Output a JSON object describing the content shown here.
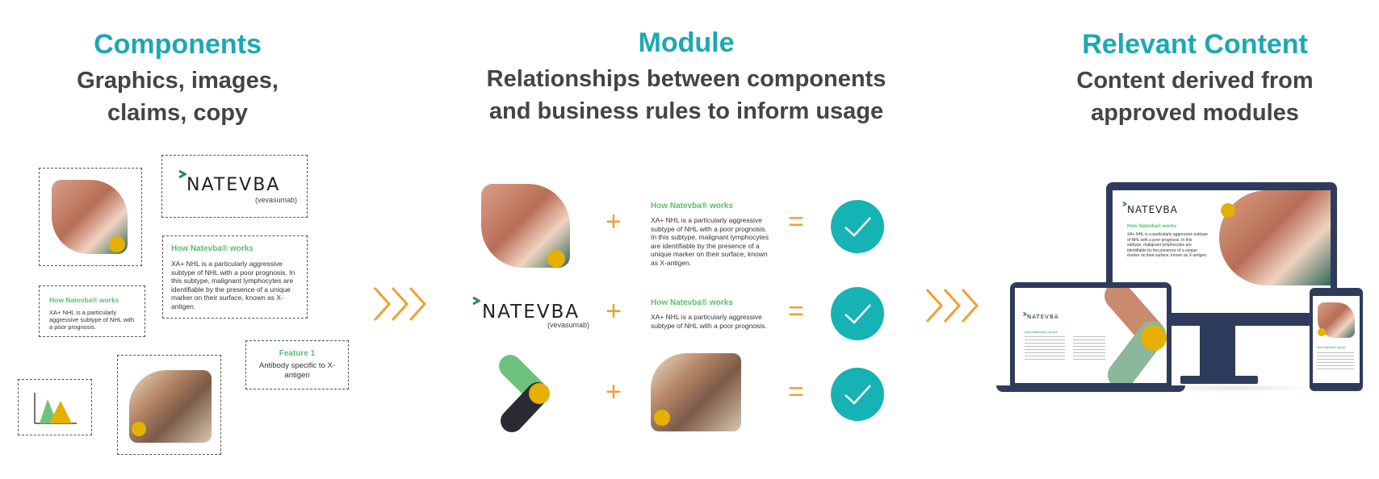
{
  "columns": {
    "components": {
      "title": "Components",
      "subtitle_line1": "Graphics, images,",
      "subtitle_line2": "claims, copy"
    },
    "module": {
      "title": "Module",
      "subtitle_line1": "Relationships between components",
      "subtitle_line2": "and business rules to inform usage"
    },
    "relevant": {
      "title": "Relevant Content",
      "subtitle_line1": "Content derived from",
      "subtitle_line2": "approved modules"
    }
  },
  "brand": {
    "name": "NATEVBA",
    "generic": "(vevasumab)"
  },
  "cards": {
    "works_title": "How Natevba® works",
    "works_long": "XA+ NHL is a particularly aggressive subtype of NHL with a poor prognosis. In this subtype, malignant lymphocytes are identifiable by the presence of a unique marker on their surface, known as X-antigen.",
    "works_short": "XA+ NHL is a particularly aggressive subtype of NHL with a poor prognosis.",
    "feature_title": "Feature 1",
    "feature_body": "Antibody specific to X-antigen"
  },
  "module_rows": [
    {
      "text_title": "How Natevba® works",
      "text_body": "XA+ NHL is a particularly aggressive subtype of NHL with a poor prognosis. In this subtype, malignant lymphocytes are identifiable by the presence of a unique marker on their surface, known as X-antigen."
    },
    {
      "text_title": "How Natevba® works",
      "text_body": "XA+ NHL is a particularly aggressive subtype of NHL with a poor prognosis."
    }
  ],
  "operators": {
    "plus": "+",
    "equals": "="
  },
  "colors": {
    "teal": "#1aa9b4",
    "green": "#5bbd6f",
    "gold": "#e5b100",
    "orange": "#f0a030",
    "navy": "#2f3b5c"
  },
  "icons": [
    "chevron-arrows-icon",
    "checkmark-icon",
    "chart-icon",
    "brand-mark-icon"
  ]
}
